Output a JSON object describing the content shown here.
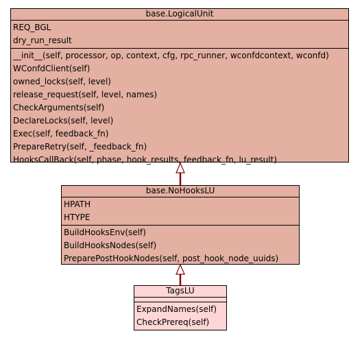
{
  "classes": [
    {
      "name": "base.LogicalUnit",
      "attributes": [
        "REQ_BGL",
        "dry_run_result"
      ],
      "methods": [
        "__init__(self, processor, op, context, cfg, rpc_runner, wconfdcontext, wconfd)",
        "WConfdClient(self)",
        "owned_locks(self, level)",
        "release_request(self, level, names)",
        "CheckArguments(self)",
        "DeclareLocks(self, level)",
        "Exec(self, feedback_fn)",
        "PrepareRetry(self, _feedback_fn)",
        "HooksCallBack(self, phase, hook_results, feedback_fn, lu_result)"
      ]
    },
    {
      "name": "base.NoHooksLU",
      "attributes": [
        "HPATH",
        "HTYPE"
      ],
      "methods": [
        "BuildHooksEnv(self)",
        "BuildHooksNodes(self)",
        "PreparePostHookNodes(self, post_hook_node_uuids)"
      ]
    },
    {
      "name": "TagsLU",
      "attributes": [],
      "methods": [
        "ExpandNames(self)",
        "CheckPrereq(self)"
      ]
    }
  ],
  "colors": {
    "base": "#e3b0a2",
    "leaf": "#ffd6d6",
    "edge": "#8b0000"
  }
}
